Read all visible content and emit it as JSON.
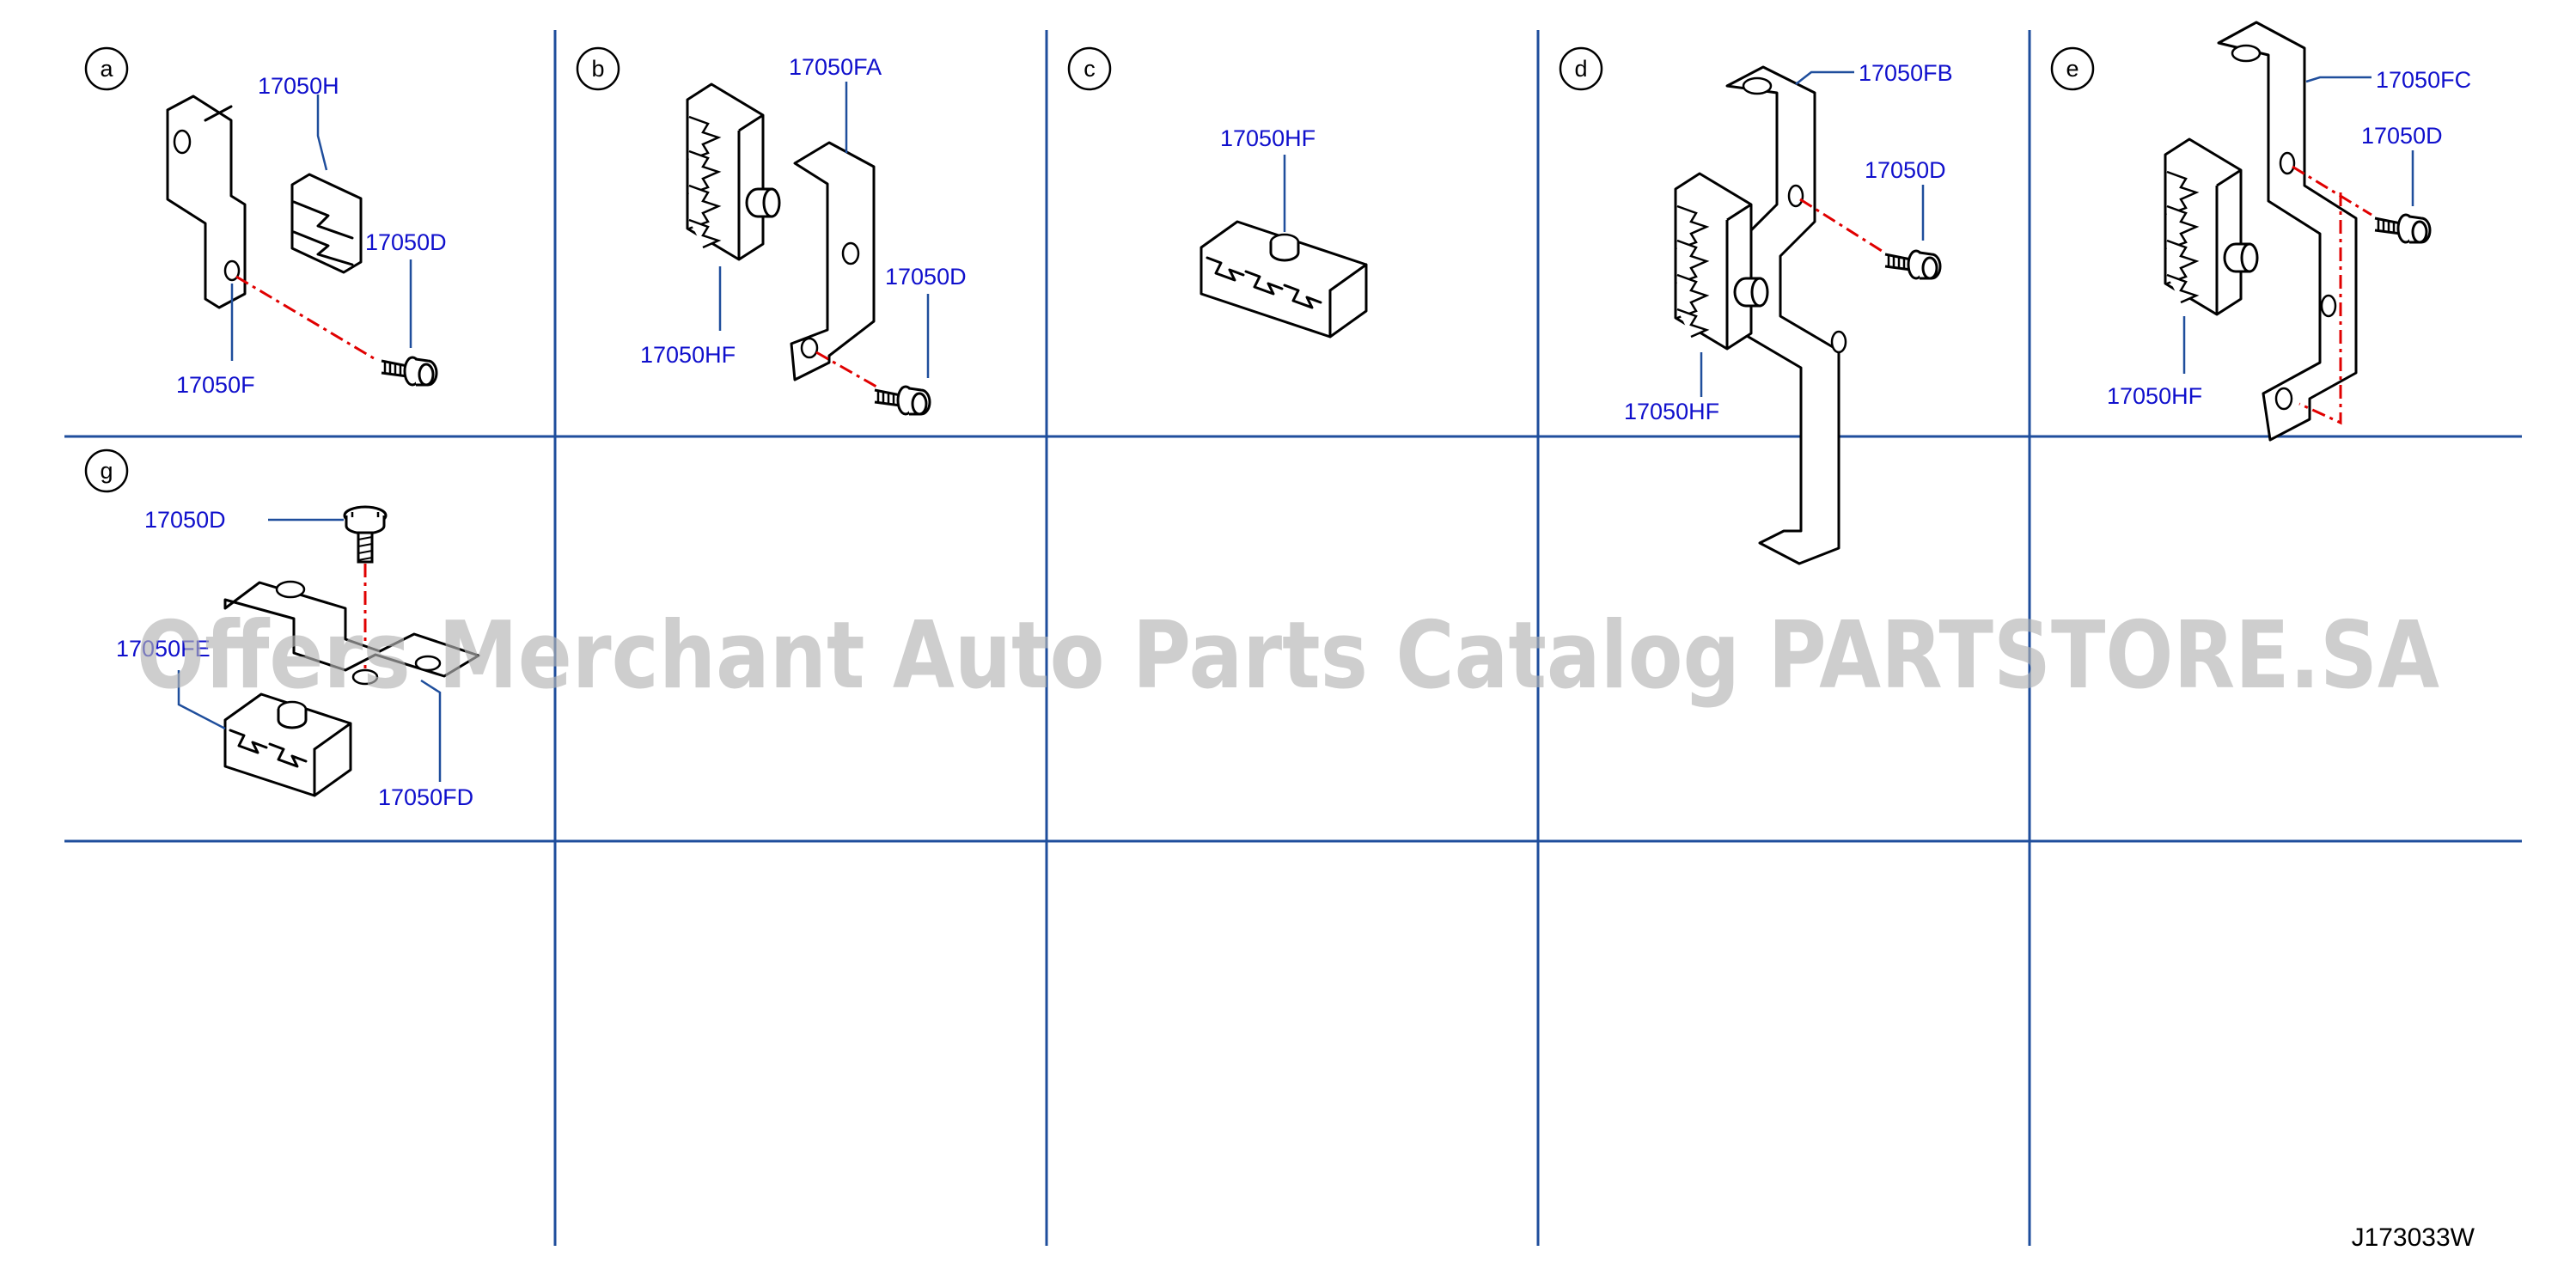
{
  "watermark": "Offers Merchant Auto Parts Catalog PARTSTORE.SA",
  "diagram_code": "J173033W",
  "colors": {
    "grid": "#1f4e9c",
    "part_number": "#1010cc",
    "dash_line": "#e00000"
  },
  "cells": {
    "a": {
      "letter": "a",
      "labels": [
        "17050H",
        "17050D",
        "17050F"
      ]
    },
    "b": {
      "letter": "b",
      "labels": [
        "17050FA",
        "17050D",
        "17050HF"
      ]
    },
    "c": {
      "letter": "c",
      "labels": [
        "17050HF"
      ]
    },
    "d": {
      "letter": "d",
      "labels": [
        "17050FB",
        "17050D",
        "17050HF"
      ]
    },
    "e": {
      "letter": "e",
      "labels": [
        "17050FC",
        "17050D",
        "17050HF"
      ]
    },
    "g": {
      "letter": "g",
      "labels": [
        "17050D",
        "17050FE",
        "17050FD"
      ]
    }
  }
}
